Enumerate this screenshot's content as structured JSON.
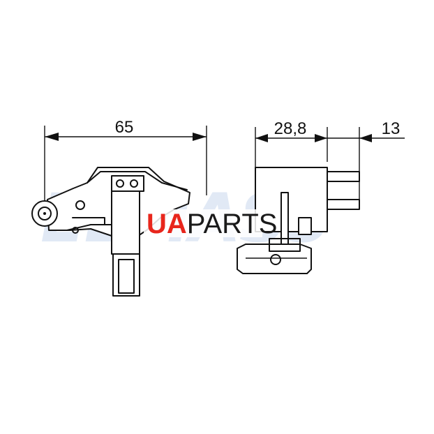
{
  "watermark": {
    "text": "ELMASS"
  },
  "logo": {
    "ua": "UA",
    "parts": "PARTS"
  },
  "dimensions": {
    "width_front": "65",
    "depth_side": "28,8",
    "terminal_length": "13"
  }
}
